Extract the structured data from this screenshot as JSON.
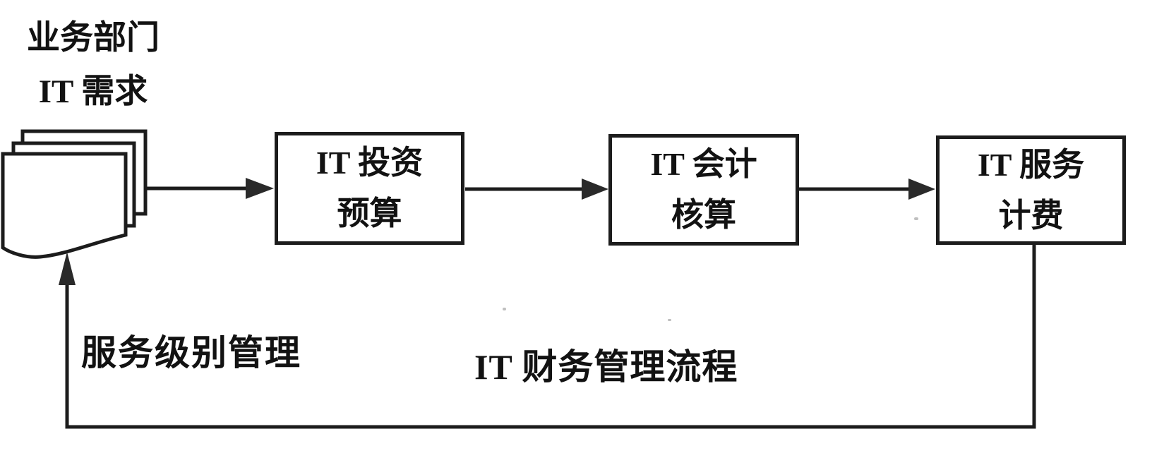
{
  "diagram": {
    "caption": "IT 财务管理流程",
    "source": {
      "icon": "document-stack-icon",
      "line1": "业务部门",
      "line2": "IT 需求"
    },
    "process_boxes": [
      {
        "id": "it-investment-budget",
        "line1": "IT 投资",
        "line2": "预算"
      },
      {
        "id": "it-accounting",
        "line1": "IT 会计",
        "line2": "核算"
      },
      {
        "id": "it-service-billing",
        "line1": "IT 服务",
        "line2": "计费"
      }
    ],
    "feedback_label": "服务级别管理",
    "connections": [
      {
        "from": "business-it-demand",
        "to": "it-investment-budget",
        "type": "arrow-right"
      },
      {
        "from": "it-investment-budget",
        "to": "it-accounting",
        "type": "arrow-right"
      },
      {
        "from": "it-accounting",
        "to": "it-service-billing",
        "type": "arrow-right"
      },
      {
        "from": "it-service-billing",
        "to": "business-it-demand",
        "type": "feedback-loop",
        "label": "服务级别管理"
      }
    ],
    "colors": {
      "line": "#1c1c1c",
      "text": "#121212",
      "background": "#ffffff"
    }
  }
}
